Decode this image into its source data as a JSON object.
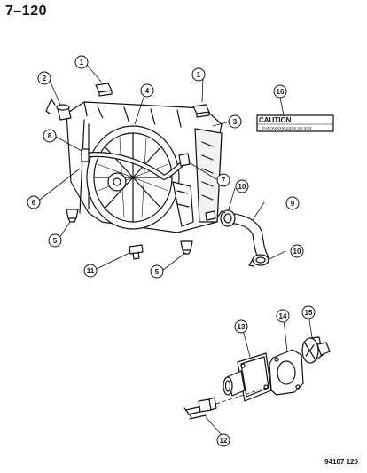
{
  "page": {
    "page_number": "7–120",
    "figure_id": "94107 120"
  },
  "caution_label": {
    "title": "CAUTION",
    "text": "FAN XXXXX XXXX XX XXX"
  },
  "callouts": [
    "1",
    "1",
    "2",
    "3",
    "4",
    "5",
    "5",
    "6",
    "7",
    "8",
    "9",
    "10",
    "10",
    "11",
    "12",
    "13",
    "14",
    "15",
    "16"
  ],
  "colors": {
    "line": "#111111",
    "background": "#ffffff"
  },
  "icons": [
    "engine-cooling-fan-radiator-assembly",
    "thermostat-housing",
    "thermostat-gasket",
    "thermostat",
    "bolt",
    "hose-clamp",
    "rubber-isolator"
  ]
}
